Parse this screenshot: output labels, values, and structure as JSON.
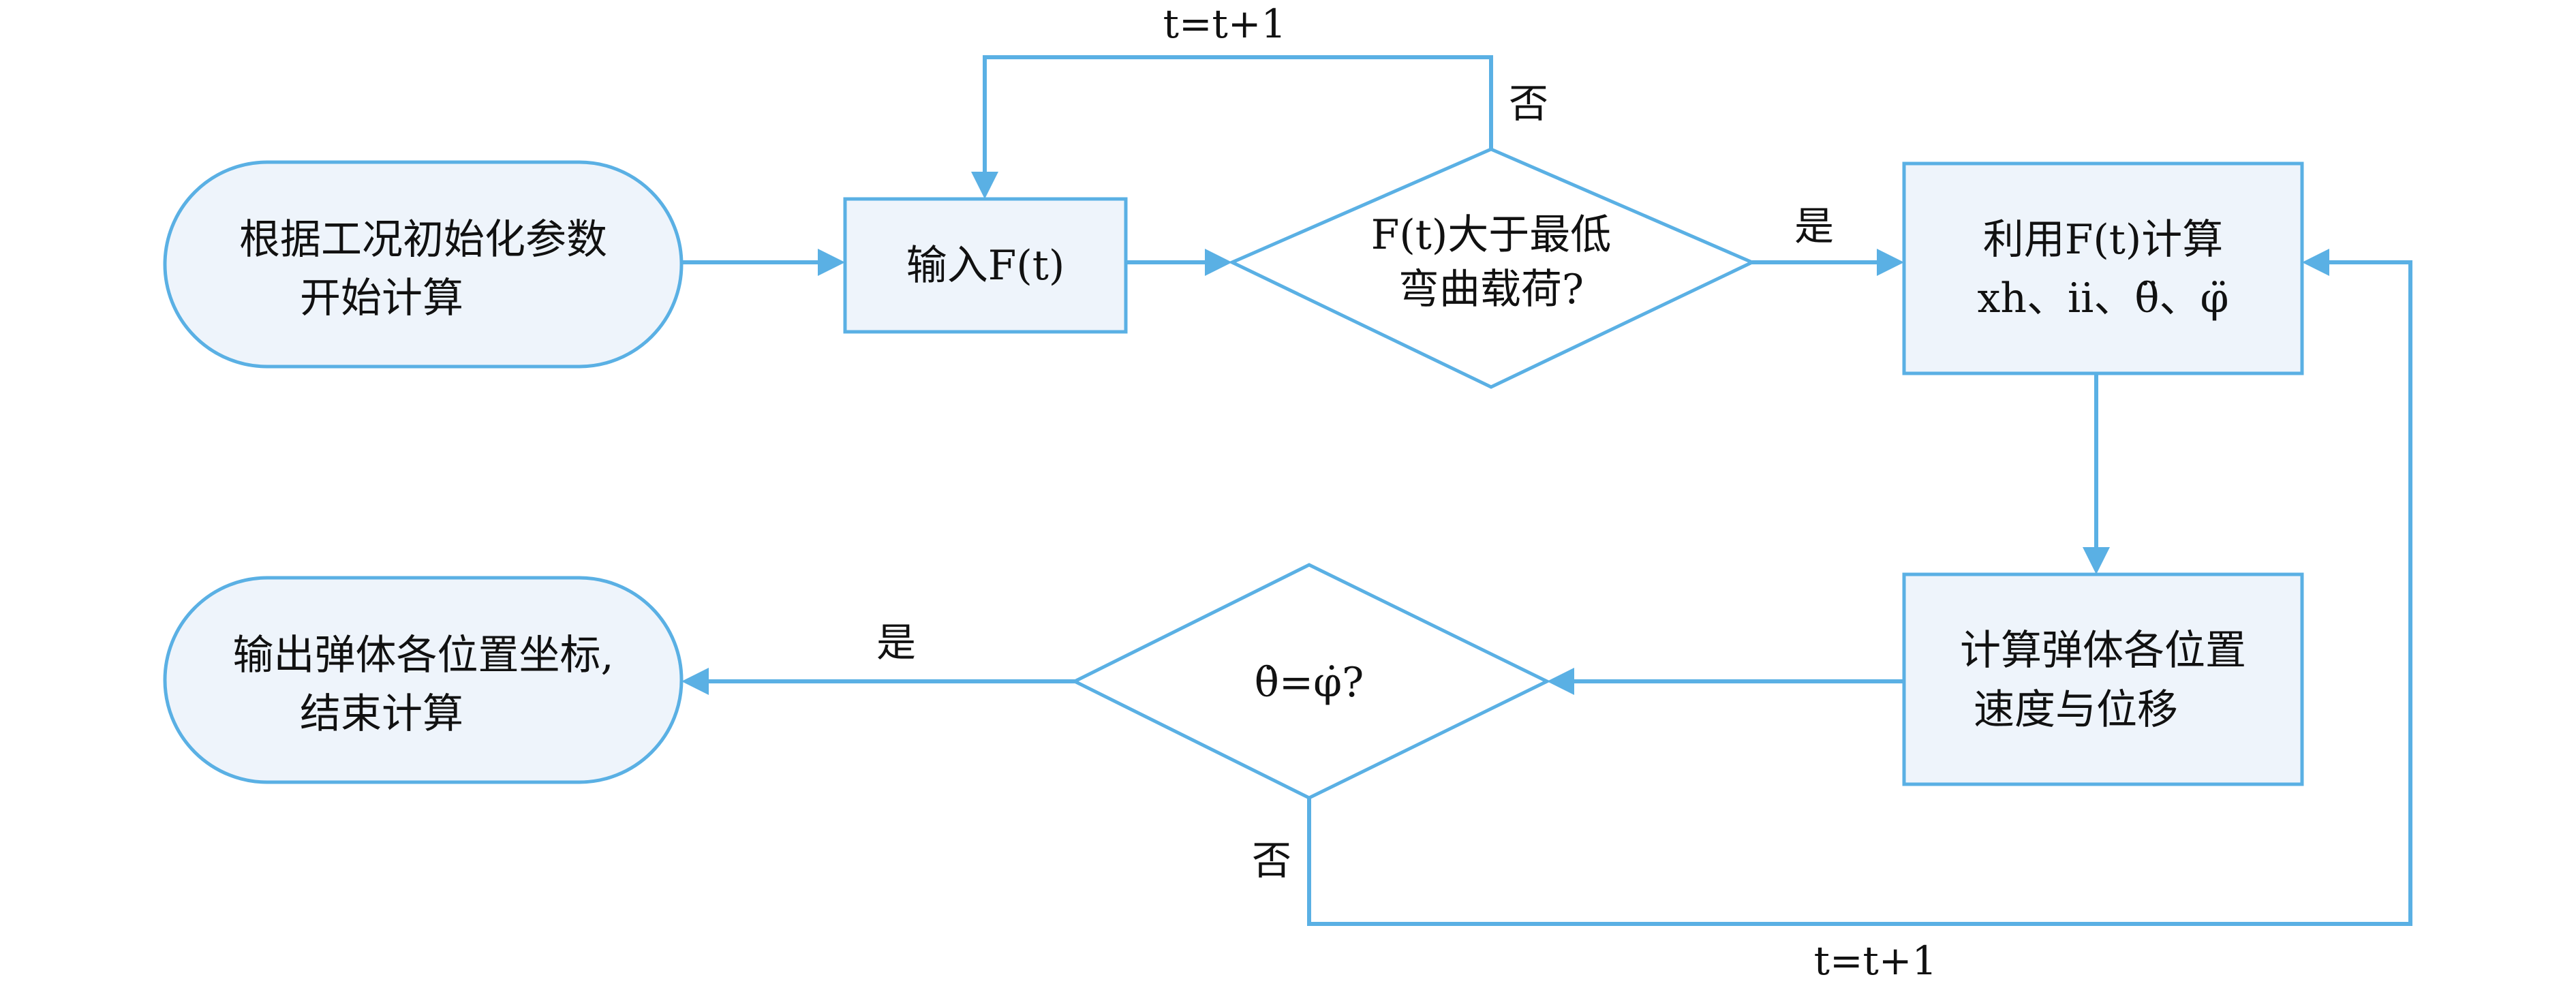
{
  "colors": {
    "stroke": "#5ab0e4",
    "fill": "#eef4fb",
    "text": "#111111"
  },
  "nodes": {
    "start": {
      "line1": "根据工况初始化参数",
      "line2": "开始计算"
    },
    "input": {
      "label": "输入F(t)"
    },
    "dec1": {
      "line1": "F(t)大于最低",
      "line2": "弯曲载荷?"
    },
    "calc": {
      "line1": "利用F(t)计算",
      "line2": "xh、ii、θ̈、φ̈"
    },
    "vel": {
      "line1": "计算弹体各位置",
      "line2": "速度与位移"
    },
    "dec2": {
      "label": "θ̇=φ̇?"
    },
    "end": {
      "line1": "输出弹体各位置坐标,",
      "line2": "结束计算"
    }
  },
  "edges": {
    "loop_top": "t=t+1",
    "no_top": "否",
    "yes_right": "是",
    "yes_left": "是",
    "no_bottom": "否",
    "loop_bottom": "t=t+1"
  }
}
